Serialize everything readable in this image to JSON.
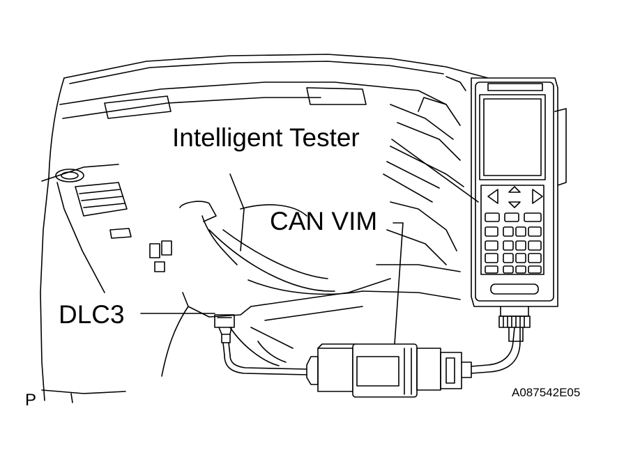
{
  "labels": {
    "tester": "Intelligent Tester",
    "vim": "CAN VIM",
    "dlc": "DLC3",
    "corner_mark": "P",
    "figure_code": "A087542E05"
  },
  "colors": {
    "line": "#000000",
    "background": "#ffffff",
    "screen_fill": "#ffffff"
  }
}
